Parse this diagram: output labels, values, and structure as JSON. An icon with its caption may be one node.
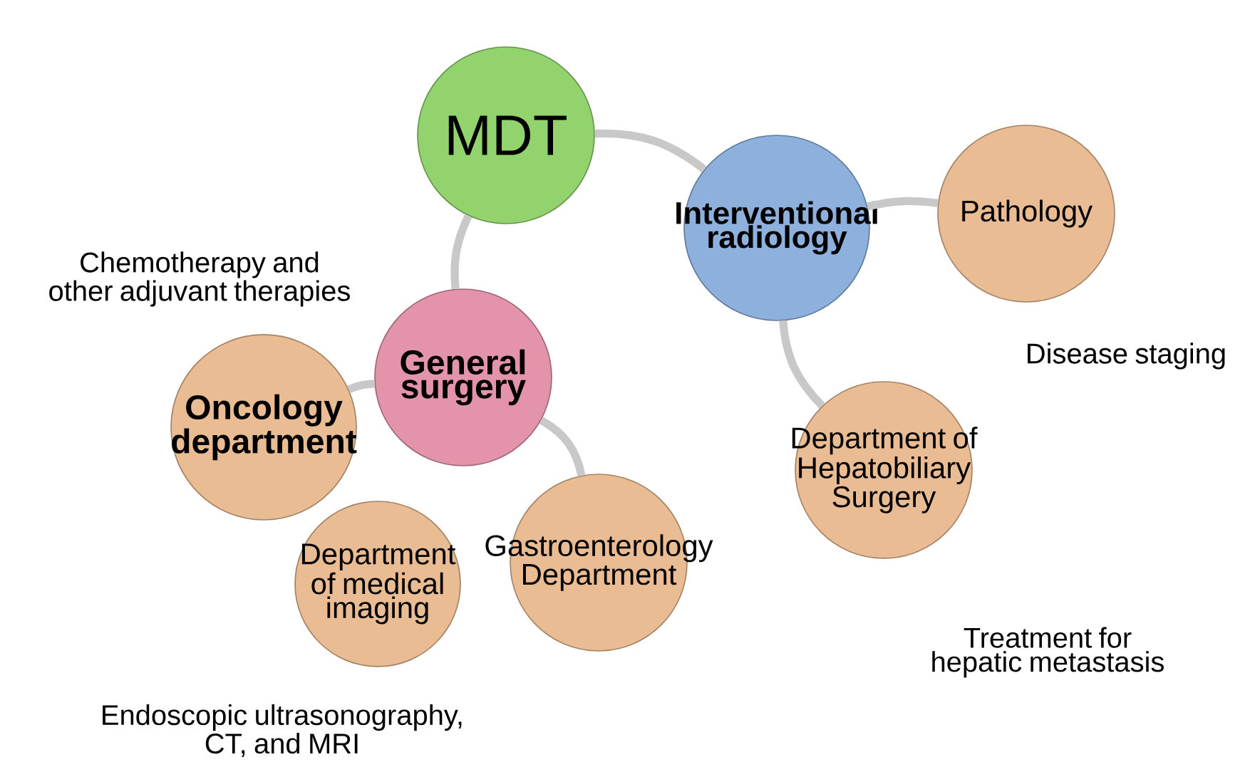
{
  "diagram": {
    "nodes": [
      {
        "text": [
          "MDT"
        ]
      },
      {
        "text": [
          "Interventional radiology"
        ]
      },
      {
        "text": [
          "Pathology"
        ],
        "beside": [
          "Disease staging"
        ]
      },
      {
        "text": [
          "General surgery"
        ]
      },
      {
        "text": [
          "Oncology department"
        ],
        "beside": [
          "Chemotherapy and other adjuvant therapies"
        ]
      },
      {
        "text": [
          "Department of Hepatobiliary Surgery"
        ],
        "beside": [
          "Treatment for hepatic metastasis"
        ]
      },
      {
        "text": [
          "Department of medical imaging"
        ],
        "beside": [
          "Endoscopic ultrasonography, CT, and MRI"
        ]
      },
      {
        "text": [
          "Gastroenterology Department"
        ]
      }
    ],
    "edges": [
      {
        "from": 0,
        "to": 1,
        "arrow": "none"
      },
      {
        "from": 1,
        "to": 2,
        "arrow": "none"
      },
      {
        "from": 0,
        "to": 3,
        "arrow": "none"
      },
      {
        "from": 1,
        "to": 5,
        "arrow": "none"
      },
      {
        "from": 3,
        "to": 4,
        "arrow": "none"
      },
      {
        "from": 3,
        "to": 7,
        "arrow": "none"
      }
    ]
  }
}
